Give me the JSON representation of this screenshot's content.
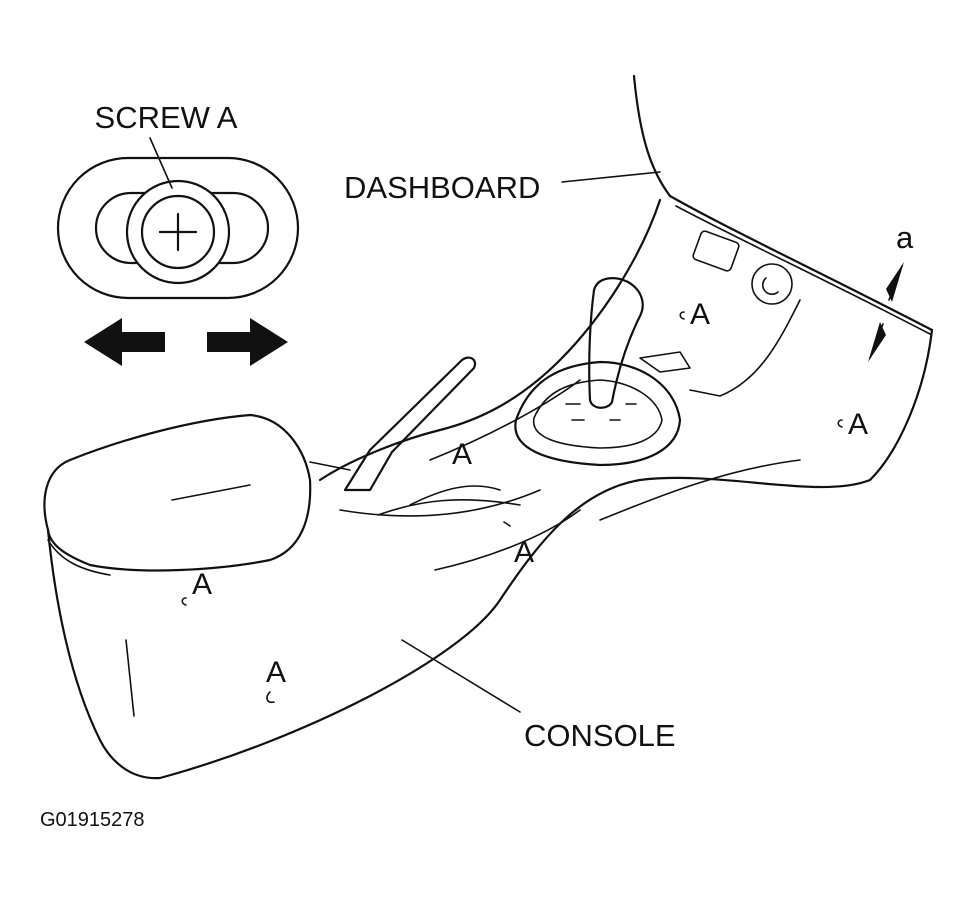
{
  "labels": {
    "screw": "SCREW A",
    "dashboard": "DASHBOARD",
    "console": "CONSOLE",
    "gap": "a",
    "figure_code": "G01915278"
  },
  "screw_markers": [
    "A",
    "A",
    "A",
    "A",
    "A",
    "A",
    "A"
  ],
  "icons": {
    "screw_detail": "screw-head-icon",
    "arrows": [
      "arrow-left-icon",
      "arrow-right-icon"
    ]
  }
}
